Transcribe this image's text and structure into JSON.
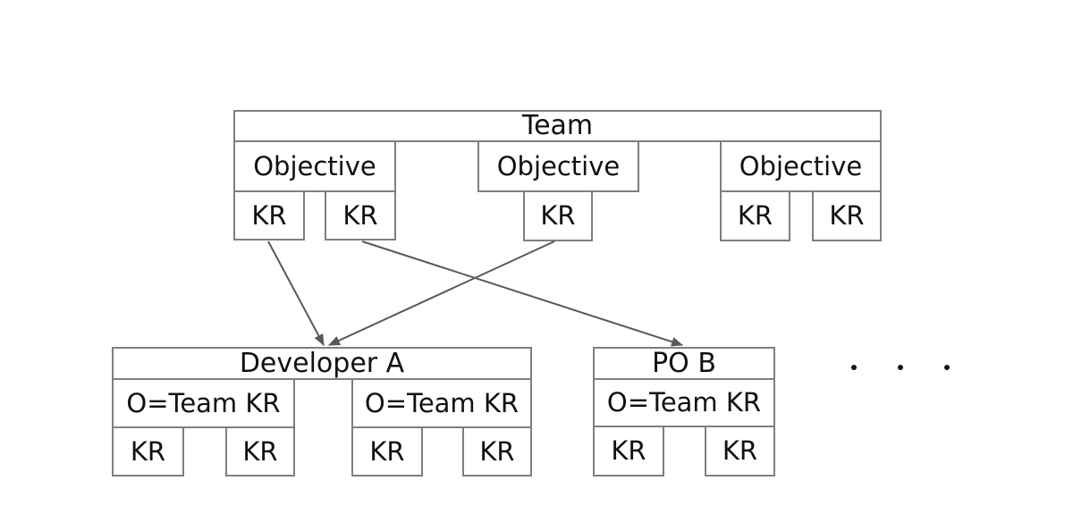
{
  "diagram": {
    "team": {
      "title": "Team",
      "objectives": [
        {
          "label": "Objective",
          "krs": [
            "KR",
            "KR"
          ]
        },
        {
          "label": "Objective",
          "krs": [
            "KR"
          ]
        },
        {
          "label": "Objective",
          "krs": [
            "KR",
            "KR"
          ]
        }
      ]
    },
    "people": [
      {
        "title": "Developer A",
        "objectives": [
          {
            "label": "O=Team KR",
            "krs": [
              "KR",
              "KR"
            ]
          },
          {
            "label": "O=Team KR",
            "krs": [
              "KR",
              "KR"
            ]
          }
        ]
      },
      {
        "title": "PO B",
        "objectives": [
          {
            "label": "O=Team KR",
            "krs": [
              "KR",
              "KR"
            ]
          }
        ]
      }
    ],
    "ellipsis": "...",
    "arrows": [
      {
        "name": "team-obj1-kr1 -> developer-a"
      },
      {
        "name": "team-obj1-kr2 -> po-b"
      },
      {
        "name": "team-obj2-kr1 -> developer-a"
      }
    ],
    "colors": {
      "box_border": "#7f7f7f",
      "arrow": "#595959",
      "text": "#111111",
      "background": "#ffffff"
    }
  }
}
